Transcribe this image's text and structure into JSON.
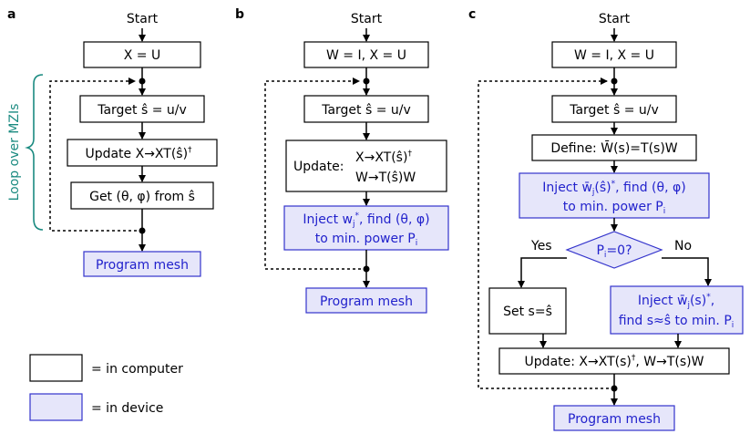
{
  "panels": {
    "a": {
      "label": "a",
      "start": "Start",
      "init": "X = U",
      "target": "Target ŝ = u/v",
      "update": "Update X→XT(ŝ)",
      "update_sup": "†",
      "get": "Get (θ, φ) from ŝ",
      "program": "Program mesh",
      "loop_label": "Loop over MZIs"
    },
    "b": {
      "label": "b",
      "start": "Start",
      "init": "W = I, X = U",
      "target": "Target ŝ = u/v",
      "update_label": "Update:",
      "update_line1": "X→XT(ŝ)",
      "update_line1_sup": "†",
      "update_line2": "W→T(ŝ)W",
      "inject_pre": "Inject w",
      "inject_sub": "j",
      "inject_sup": "*",
      "inject_post": ", find (θ, φ)",
      "inject_line2": "to min. power P",
      "inject_line2_sub": "i",
      "program": "Program mesh"
    },
    "c": {
      "label": "c",
      "start": "Start",
      "init": "W = I, X = U",
      "target": "Target ŝ = u/v",
      "define": "Define:  W̄(s)=T(s)W",
      "inject1_pre": "Inject w̄",
      "inject1_sub": "j",
      "inject1_mid": "(ŝ)",
      "inject1_sup": "*",
      "inject1_post": ", find (θ, φ)",
      "inject1_line2": "to min. power P",
      "inject1_line2_sub": "i",
      "decision_pre": "P",
      "decision_sub": "i",
      "decision_post": "=0?",
      "yes": "Yes",
      "no": "No",
      "set": "Set s=ŝ",
      "inject2_pre": "Inject w̄",
      "inject2_sub": "j",
      "inject2_mid": "(s)",
      "inject2_sup": "*",
      "inject2_post": ",",
      "inject2_line2": "find s≈ŝ to min. P",
      "inject2_line2_sub": "i",
      "update_pre": "Update:  X→XT(s)",
      "update_sup": "†",
      "update_post": ", W→T(s)W",
      "program": "Program mesh"
    }
  },
  "legend": {
    "computer": "= in computer",
    "device": "= in device"
  },
  "colors": {
    "device_fill": "#e6e6fa",
    "device_stroke": "#3333cc",
    "device_text": "#2222cc",
    "loop_bracket": "#1a8a80",
    "computer_stroke": "#000000"
  }
}
